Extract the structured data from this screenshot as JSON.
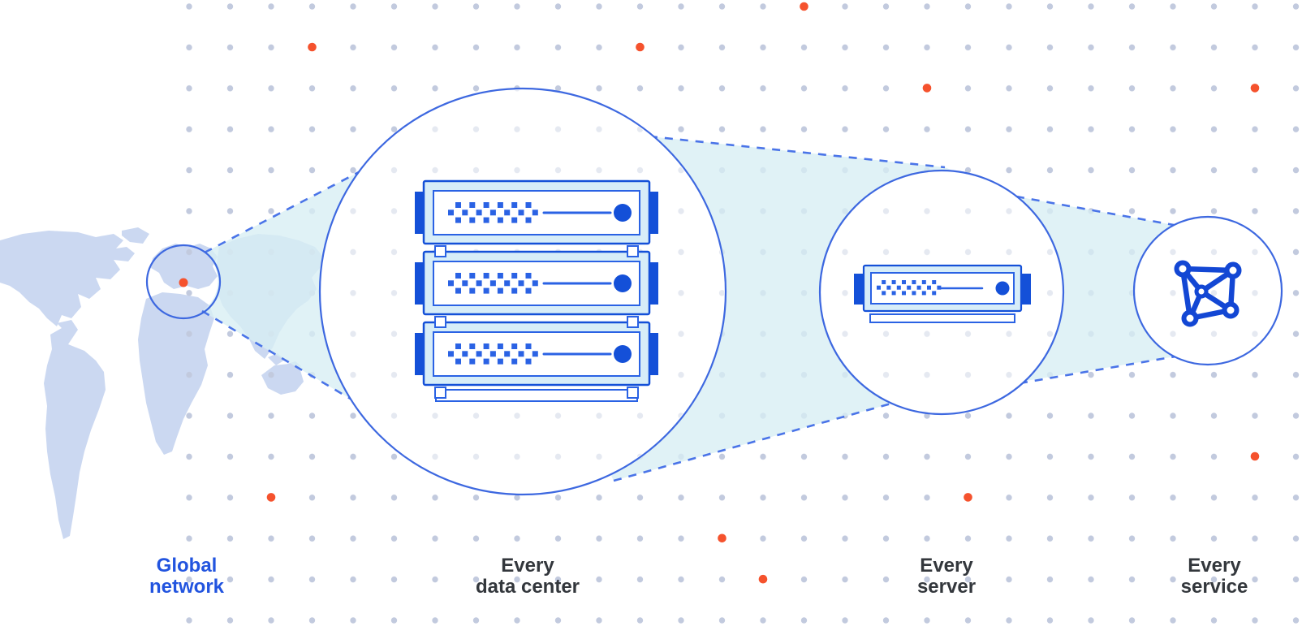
{
  "colors": {
    "blue_dark": "#1450D8",
    "blue_mid": "#2A62E4",
    "blue_circle": "#3D68E0",
    "blue_dash": "#4A74E8",
    "icon_blue": "#1347D4",
    "cone": "#D7EEF3",
    "dot": "#C2CADE",
    "orange": "#F5522D",
    "map": "#CBD8F1",
    "server_fill": "#D7EDF8",
    "label_dark": "#33373C",
    "label_blue": "#2254DF"
  },
  "figure": {
    "title": "Global network zoom diagram",
    "caption_labels": [
      {
        "id": "global-network",
        "line1": "Global",
        "line2": "network"
      },
      {
        "id": "every-data-center",
        "line1": "Every",
        "line2": "data center"
      },
      {
        "id": "every-server",
        "line1": "Every",
        "line2": "server"
      },
      {
        "id": "every-service",
        "line1": "Every",
        "line2": "service"
      }
    ]
  },
  "icons": {
    "world_map": "world-map-silhouette",
    "location_marker": "orange-location-dot",
    "data_center": "stacked-server-rack-icon",
    "server": "single-server-icon",
    "service": "network-graph-icon"
  }
}
